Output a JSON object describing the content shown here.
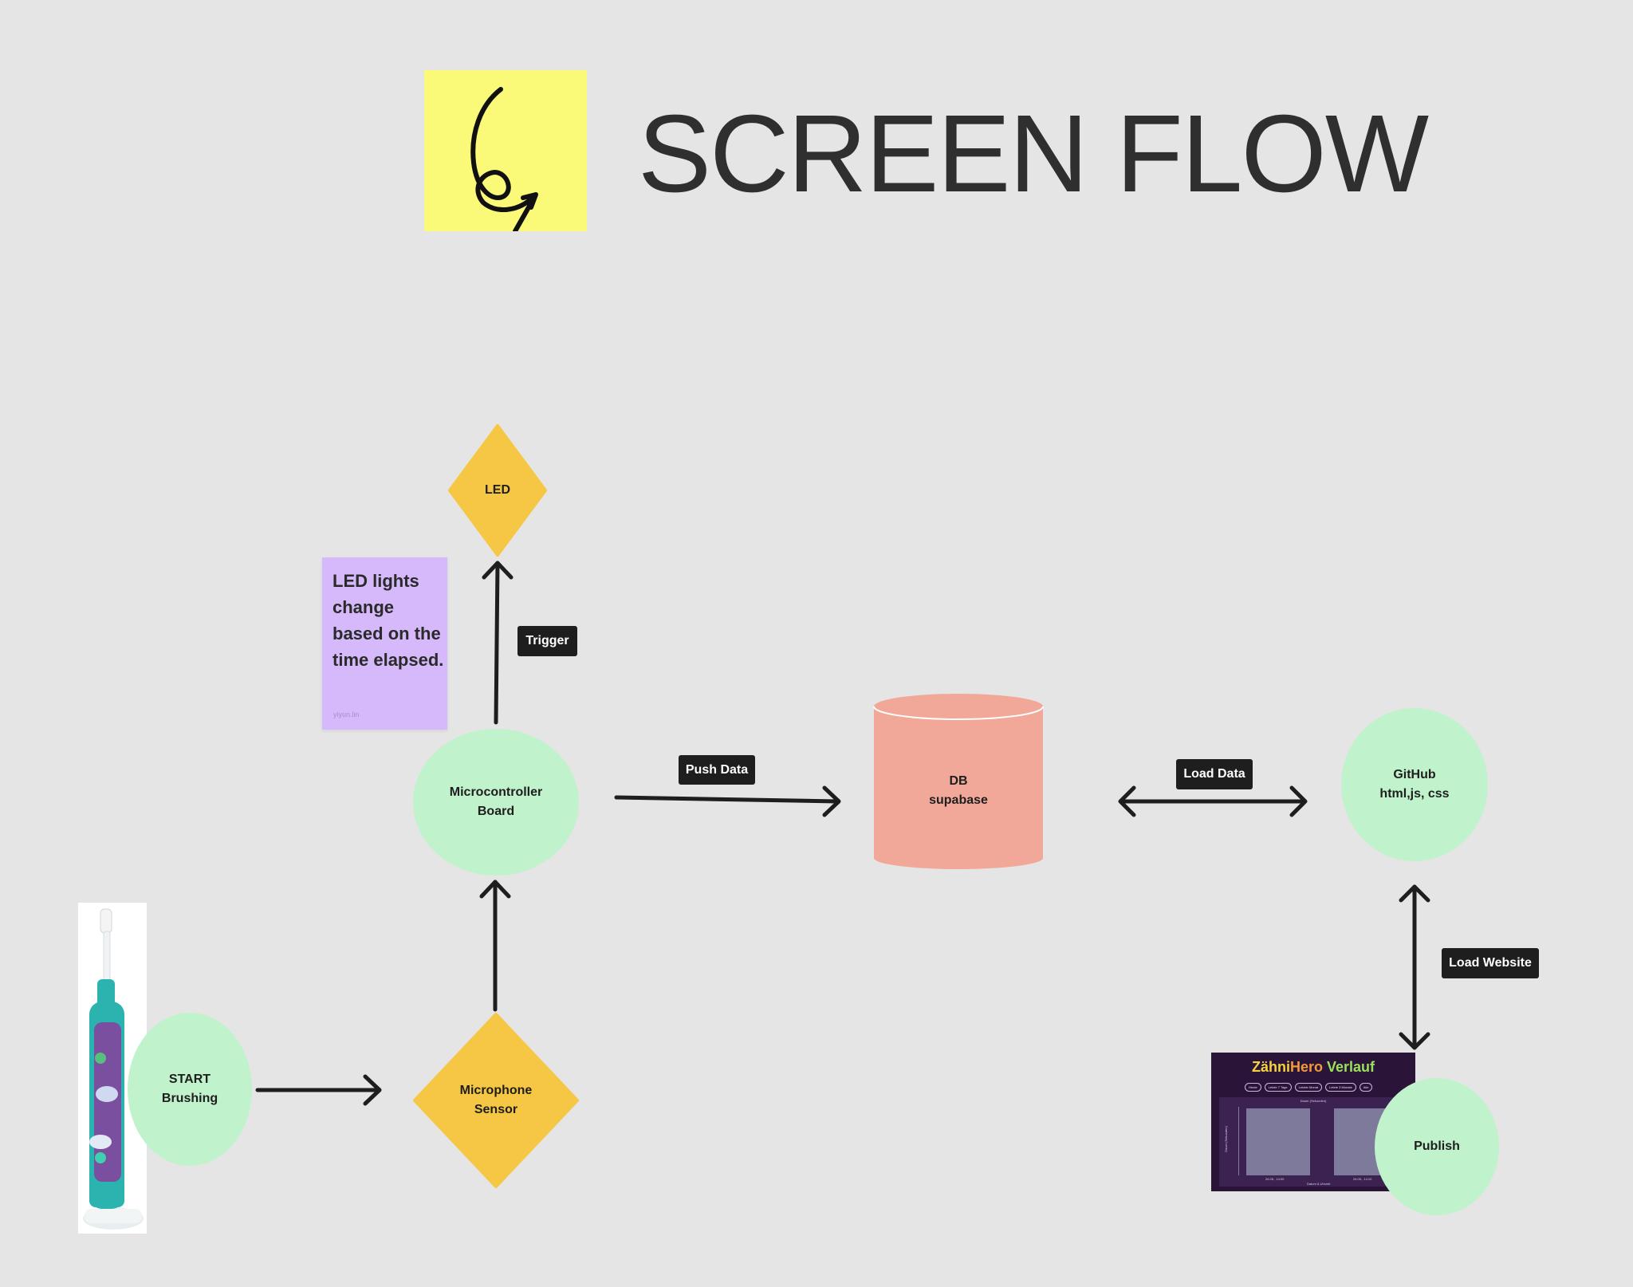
{
  "title": {
    "text": "SCREEN FLOW"
  },
  "colors": {
    "background": "#e5e5e5",
    "process_circle": "#c0f2cb",
    "decision_diamond": "#f6c744",
    "database": "#f2a898",
    "sticky_note": "#d5b9fa",
    "title_note": "#faf978",
    "tag": "#1e1e1e",
    "connector": "#1e1e1e"
  },
  "nodes": {
    "start": "START\nBrushing",
    "microphone": "Microphone\nSensor",
    "microcontroller": "Microcontroller\nBoard",
    "led": "LED",
    "db": "DB\nsupabase",
    "github": "GitHub\nhtml,js, css",
    "publish": "Publish"
  },
  "tags": {
    "trigger": "Trigger",
    "push_data": "Push Data",
    "load_data": "Load Data",
    "load_website": "Load Website"
  },
  "sticky_note": {
    "text": "LED lights change based on the time elapsed.",
    "author": "yiyun.lin"
  },
  "website_preview": {
    "title_part1": "Zähni",
    "title_part2": "Hero",
    "title_part3": " Verlauf",
    "buttons": [
      "Heute",
      "Letzte 7 Tage",
      "Letzter Monat",
      "Letzte 3 Monate",
      "Alle"
    ],
    "chart_title": "Dauer (Sekunden)",
    "x_ticks": [
      "26.05., 14:00",
      "26.05., 14:10"
    ],
    "x_label": "Datum & Uhrzeit",
    "y_label": "Dauer (Sekunden)"
  },
  "images": {
    "toothbrush": "toothbrush-photo",
    "title_icon": "spiral-arrow-icon"
  },
  "edges": [
    {
      "from": "start",
      "to": "microphone",
      "direction": "forward"
    },
    {
      "from": "microphone",
      "to": "microcontroller",
      "direction": "forward"
    },
    {
      "from": "microcontroller",
      "to": "led",
      "direction": "forward",
      "label": "Trigger"
    },
    {
      "from": "microcontroller",
      "to": "db",
      "direction": "forward",
      "label": "Push Data"
    },
    {
      "from": "db",
      "to": "github",
      "direction": "both",
      "label": "Load Data"
    },
    {
      "from": "github",
      "to": "publish",
      "direction": "both",
      "label": "Load Website"
    }
  ]
}
